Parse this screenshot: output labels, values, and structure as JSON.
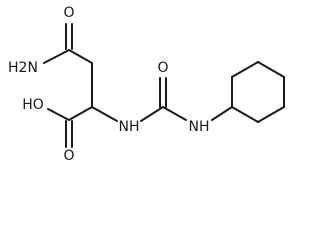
{
  "molecule": {
    "atoms": {
      "amide_oxygen": "O",
      "amide_nitrogen": "H2N",
      "acid_hydroxyl": "HO",
      "acid_oxygen": "O",
      "alpha_nh": "NH",
      "urea_oxygen": "O",
      "cyclohexyl_nh": "NH"
    }
  }
}
